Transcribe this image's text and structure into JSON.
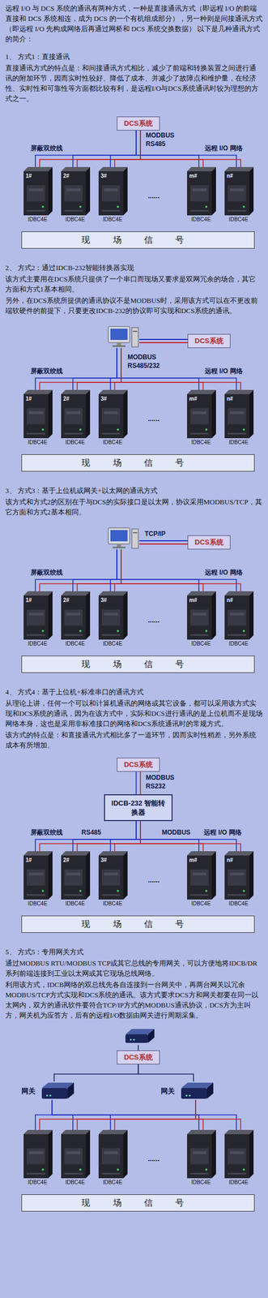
{
  "diagram": {
    "nodes": [
      {
        "text": [
          "DCS系统"
        ]
      },
      {
        "text": [
          "1#",
          "IDBC4E"
        ]
      },
      {
        "text": [
          "2#",
          "IDBC4E"
        ]
      },
      {
        "text": [
          "3#",
          "IDBC4E"
        ]
      },
      {
        "text": [
          "m#",
          "IDBC4E"
        ]
      },
      {
        "text": [
          "n#",
          "IDBC4E"
        ]
      },
      {
        "text": [
          "现 场 信 号"
        ]
      },
      {
        "text": [
          "DCS系统"
        ]
      },
      {
        "text": [
          "1#",
          "IDBC4E"
        ]
      },
      {
        "text": [
          "2#",
          "IDBC4E"
        ]
      },
      {
        "text": [
          "3#",
          "IDBC4E"
        ]
      },
      {
        "text": [
          "m#",
          "IDBC4E"
        ]
      },
      {
        "text": [
          "n#",
          "IDBC4E"
        ]
      },
      {
        "text": [
          "现 场 信 号"
        ]
      },
      {
        "text": [
          "DCS系统"
        ]
      },
      {
        "text": [
          "1#",
          "IDBC4E"
        ]
      },
      {
        "text": [
          "2#",
          "IDBC4E"
        ]
      },
      {
        "text": [
          "3#",
          "IDBC4E"
        ]
      },
      {
        "text": [
          "m#",
          "IDBC4E"
        ]
      },
      {
        "text": [
          "n#",
          "IDBC4E"
        ]
      },
      {
        "text": [
          "现 场 信 号"
        ]
      },
      {
        "text": [
          "DCS系统"
        ]
      },
      {
        "text": [
          "IDCB-232 智能转换器"
        ]
      },
      {
        "text": [
          "1#",
          "IDBC4E"
        ]
      },
      {
        "text": [
          "2#",
          "IDBC4E"
        ]
      },
      {
        "text": [
          "3#",
          "IDBC4E"
        ]
      },
      {
        "text": [
          "m#",
          "IDBC4E"
        ]
      },
      {
        "text": [
          "n#",
          "IDBC4E"
        ]
      },
      {
        "text": [
          "现 场 信 号"
        ]
      },
      {
        "text": [
          "DCS系统"
        ]
      },
      {
        "text": [
          "网关"
        ]
      },
      {
        "text": [
          "网关"
        ]
      },
      {
        "text": [
          "IDBC4E"
        ]
      },
      {
        "text": [
          "IDBC4E"
        ]
      },
      {
        "text": [
          "IDBC4E"
        ]
      },
      {
        "text": [
          "IDBC4E"
        ]
      },
      {
        "text": [
          "IDBC4E"
        ]
      },
      {
        "text": [
          "现 场 信 号"
        ]
      }
    ],
    "edges": [
      {
        "from": 0,
        "to": 1,
        "arrow": "none"
      },
      {
        "from": 0,
        "to": 2,
        "arrow": "none"
      },
      {
        "from": 0,
        "to": 3,
        "arrow": "none"
      },
      {
        "from": 0,
        "to": 4,
        "arrow": "none"
      },
      {
        "from": 0,
        "to": 5,
        "arrow": "none"
      },
      {
        "from": 7,
        "to": 8,
        "arrow": "none"
      },
      {
        "from": 7,
        "to": 9,
        "arrow": "none"
      },
      {
        "from": 7,
        "to": 10,
        "arrow": "none"
      },
      {
        "from": 7,
        "to": 11,
        "arrow": "none"
      },
      {
        "from": 7,
        "to": 12,
        "arrow": "none"
      },
      {
        "from": 14,
        "to": 15,
        "arrow": "none"
      },
      {
        "from": 14,
        "to": 16,
        "arrow": "none"
      },
      {
        "from": 14,
        "to": 17,
        "arrow": "none"
      },
      {
        "from": 14,
        "to": 18,
        "arrow": "none"
      },
      {
        "from": 14,
        "to": 19,
        "arrow": "none"
      },
      {
        "from": 21,
        "to": 22,
        "arrow": "none"
      },
      {
        "from": 22,
        "to": 23,
        "arrow": "none"
      },
      {
        "from": 22,
        "to": 24,
        "arrow": "none"
      },
      {
        "from": 22,
        "to": 25,
        "arrow": "none"
      },
      {
        "from": 22,
        "to": 26,
        "arrow": "none"
      },
      {
        "from": 22,
        "to": 27,
        "arrow": "none"
      },
      {
        "from": 29,
        "to": 30,
        "arrow": "none"
      },
      {
        "from": 29,
        "to": 31,
        "arrow": "none"
      },
      {
        "from": 30,
        "to": 32,
        "arrow": "none"
      },
      {
        "from": 30,
        "to": 33,
        "arrow": "none"
      },
      {
        "from": 30,
        "to": 34,
        "arrow": "none"
      },
      {
        "from": 30,
        "to": 35,
        "arrow": "none"
      },
      {
        "from": 30,
        "to": 36,
        "arrow": "none"
      },
      {
        "from": 31,
        "to": 32,
        "arrow": "none"
      },
      {
        "from": 31,
        "to": 33,
        "arrow": "none"
      },
      {
        "from": 31,
        "to": 34,
        "arrow": "none"
      },
      {
        "from": 31,
        "to": 35,
        "arrow": "none"
      },
      {
        "from": 31,
        "to": 36,
        "arrow": "none"
      }
    ],
    "labels": [
      "远程 I/O 与 DCS 系统的通讯有两种方式，一种是直接通讯方式（即远程 I/O 的前端直接和 DCS 系统相连，成为 DCS 的一个有机组成部分），另一种则是间接通讯方式（即远程 I/O 先构成网络后再通过网桥和 DCS 系统交换数据） 以下是几种通讯方式的简介：",
      "1、 方式1：直接通讯",
      "直接通讯方式的特点是：和间接通讯方式相比，减少了前端和转换装置之间进行通讯的附加环节，因而实时性较好、降低了成本、并减少了故障点和维护量，在经济性、实时性和可靠性等方面都比较有利，是远程I/O与DCS系统通讯时较为理想的方式之一。",
      "MODBUS",
      "RS485",
      "屏蔽双绞线",
      "远程 I/O 网络",
      "......",
      "2、 方式2：通过IDCB-232智能转换器实现",
      "该方式主要用在DCS系统只提供了一个串口而现场又要求是双网冗余的场合，其它方面和方式1基本相同。",
      "另外，在DCS系统所提供的通讯协议不是MODBUS时，采用该方式可以在不更改前端软硬件的前提下，只要更改IDCB-232的协议即可实现和DCS系统的通讯。",
      "MODBUS",
      "RS485/232",
      "屏蔽双绞线",
      "远程 I/O 网络",
      "......",
      "3、 方式3：基于上位机或网关+以太网的通讯方式",
      "该方式和方式2的区别在于与DCS的实际接口是以太网，协议采用MODBUS/TCP，其它方面和方式2基本相同。",
      "TCP/IP",
      "屏蔽双绞线",
      "远程 I/O 网络",
      "......",
      "4、 方式4：基于上位机+标准串口的通讯方式",
      "从理论上讲，任何一个可以和计算机通讯的网络或其它设备，都可以采用该方式实现和DCS系统的通讯，因为在该方式中，实际和DCS进行通讯的是上位机而不是现场网络本身，这也是采用非标准接口的网络和DCS系统通讯时的常规方式。",
      "该方式的特点是：和直接通讯方式相比多了一道环节，因而实时性稍差，另外系统成本有所增加。",
      "MODBUS",
      "RS232",
      "屏蔽双绞线",
      "RS485",
      "MODBUS",
      "远程 I/O 网络",
      "......",
      "5、 方式5：专用网关方式",
      "通过MODBUS RTU/MODBUS TCP或其它总线的专用网关，可以方便地将IDCB/DR系列前端连接到工业以太网或其它现场总线网络。",
      "利用该方式，IDCB网络的双总线先各自连接到一台网关中，再两台网关以冗余MODBUS/TCP方式实现和DCS系统的通讯。该方式要求DCS方和网关都要在同一以太网内，双方的通讯软件要符合TCP/IP方式的MODBUS通讯协议，DCS方为主叫方，网关机为应答方，后有的远程I/O数据由网关进行周期采集。",
      "......"
    ]
  }
}
